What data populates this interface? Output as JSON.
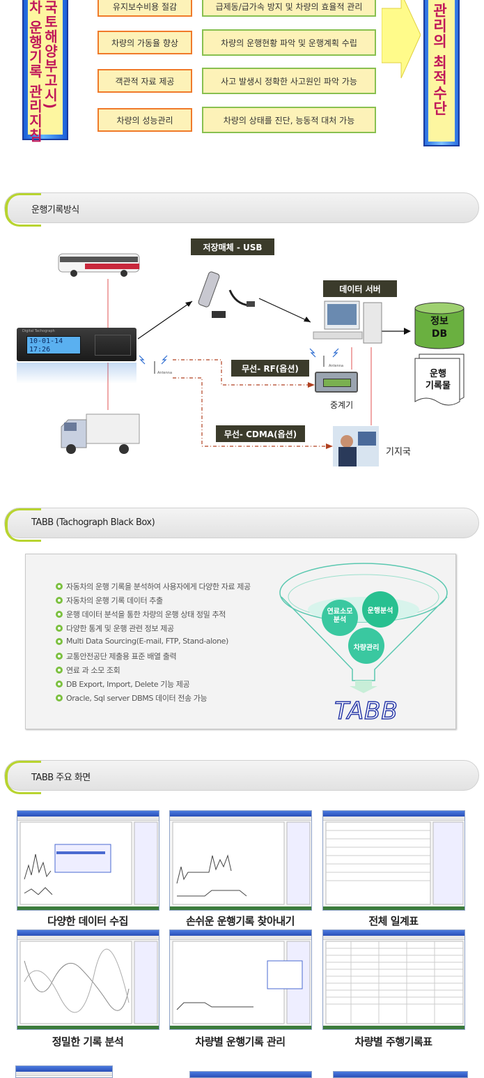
{
  "top": {
    "left_banner_col1": "국토해양부고시)",
    "left_banner_col2": "차 운행기록 관리지침",
    "right_banner": "관리의 최적수단",
    "rows": [
      {
        "benefit": "유지보수비용 절감",
        "detail": "급제동/급가속 방지 및 차량의 효율적 관리"
      },
      {
        "benefit": "차량의 가동율 향상",
        "detail": "차량의 운행현황 파악 및 운행계획 수립"
      },
      {
        "benefit": "객관적 자료 제공",
        "detail": "사고 발생시 정확한 사고원인 파악 가능"
      },
      {
        "benefit": "차량의 성능관리",
        "detail": "차량의 상태를 진단, 능동적 대처 가능"
      }
    ]
  },
  "sections": {
    "recording": "운행기록방식",
    "tabb": "TABB (Tachograph Black Box)",
    "screens": "TABB 주요 화면"
  },
  "recording": {
    "usb_label": "저장매체 - USB",
    "server_label": "데이터 서버",
    "rf_label": "무선- RF(옵션)",
    "cdma_label": "무선- CDMA(옵션)",
    "relay": "중계기",
    "base_station": "기지국",
    "db_line1": "정보",
    "db_line2": "DB",
    "records_line1": "운행",
    "records_line2": "기록물",
    "antenna": "Antenna",
    "device_time1": "10-01-14",
    "device_time2": "17:26",
    "device_brand": "Digital Tachograph"
  },
  "tabb": {
    "features": [
      "자동차의 운행 기록을  분석하여 사용자에게 다양한 자료 제공",
      "자동차의  운행 기록 데이터 추출",
      "운행 데이터 분석을 통한 차량의 운행 상태 정밀 추적",
      "다양한 통계 및 운행 관련 정보 제공",
      "Multi Data Sourcing(E-mail, FTP, Stand-alone)",
      "교통안전공단 제출용 표준 배열 출력",
      "연료 과 소모 조회",
      "DB Export, Import, Delete 기능 제공",
      "Oracle, Sql server DBMS 데이터 전송 가능"
    ],
    "circle1": "연료소모\n분석",
    "circle2": "운행분석",
    "circle3": "차량관리",
    "logo": "TABB"
  },
  "screens": {
    "captions": [
      "다양한 데이터 수집",
      "손쉬운 운행기록 찾아내기",
      "전체 일계표",
      "정밀한 기록 분석",
      "차량별 운행기록 관리",
      "차량별 주행기록표"
    ]
  }
}
